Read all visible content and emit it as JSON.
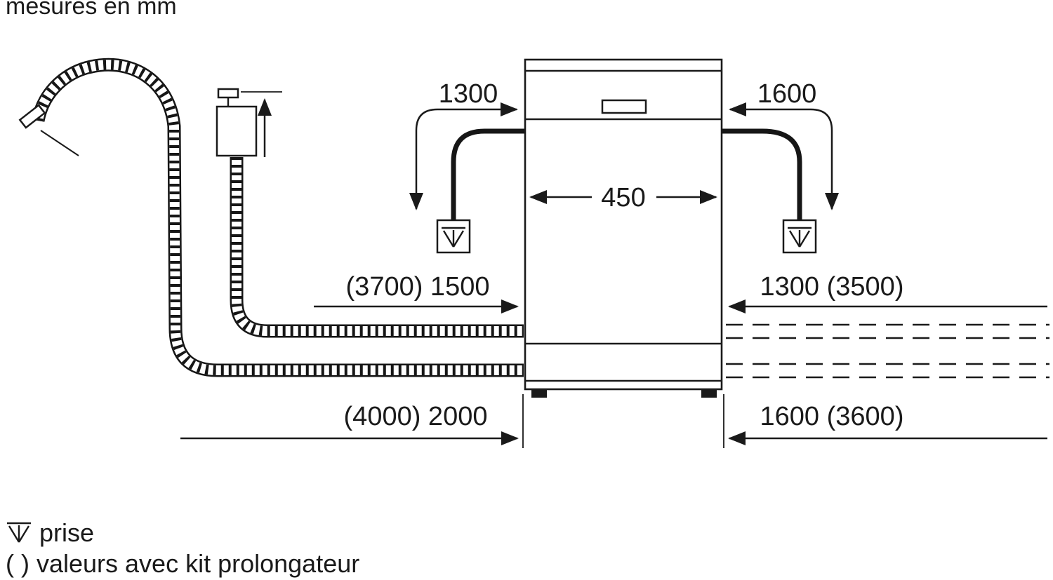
{
  "title": "mesures en mm",
  "colors": {
    "ink": "#1a1a1a",
    "background": "#ffffff"
  },
  "appliance": {
    "type": "dishwasher-front-view",
    "width_label": "450"
  },
  "dimensions": {
    "cable_left": "1300",
    "cable_right": "1600",
    "appliance_width": "450",
    "supply_hose_left": "(3700) 1500",
    "supply_hose_right": "1300 (3500)",
    "drain_hose_left": "(4000) 2000",
    "drain_hose_right": "1600 (3600)"
  },
  "legend": {
    "socket_label": "prise",
    "extension_note": "( ) valeurs avec kit prolongateur"
  },
  "icons": {
    "socket_symbol": "plug-icon (crow-foot electrical socket symbol)",
    "tap_symbol": "water-tap-icon",
    "hose_symbol": "corrugated-hose"
  }
}
